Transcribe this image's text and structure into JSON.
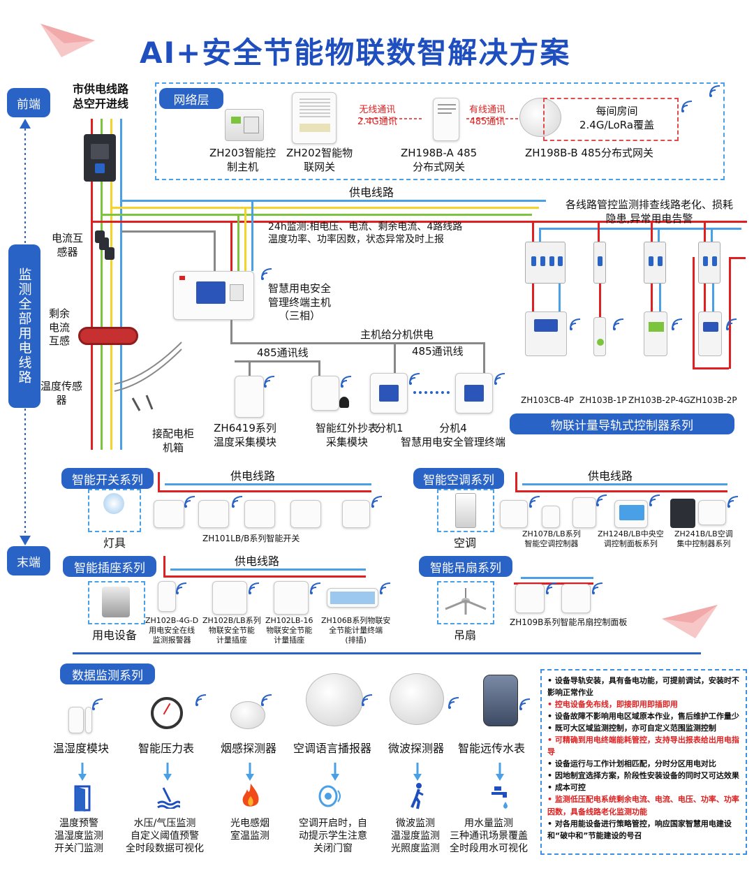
{
  "title": "AI+安全节能物联数智解决方案",
  "side": {
    "front": "前端",
    "monitor": "监测全部用电线路",
    "end": "末端"
  },
  "supply_line": {
    "line1": "市供电线路",
    "line2": "总空开进线"
  },
  "network": {
    "label": "网络层",
    "zh203": {
      "l1": "ZH203智能控",
      "l2": "制主机"
    },
    "zh202": {
      "l1": "ZH202智能物",
      "l2": "联网关"
    },
    "wireless": {
      "l1": "无线通讯",
      "l2": "2.4G通讯"
    },
    "zh198a": {
      "l1": "ZH198B-A 485",
      "l2": "分布式网关"
    },
    "wired": {
      "l1": "有线通讯",
      "l2": "485通讯"
    },
    "zh198b": "ZH198B-B 485分布式网关",
    "coverage": {
      "l1": "每间房间",
      "l2": "2.4G/LoRa覆盖"
    }
  },
  "power_line": "供电线路",
  "branch_note": {
    "l1": "各线路管控监测排查线路老化、损耗",
    "l2": "隐患,异常用电告警"
  },
  "monitor_note": {
    "l1": "24h监测:相电压、电流、剩余电流、4路线路",
    "l2": "温度功率、功率因数，状态异常及时上报"
  },
  "sensors": {
    "ct": {
      "l1": "电流互",
      "l2": "感器"
    },
    "rcd": {
      "l1": "剩余",
      "l2": "电流",
      "l3": "互感"
    },
    "temp": {
      "l1": "温度传感",
      "l2": "器"
    }
  },
  "host": {
    "l1": "智慧用电安全",
    "l2": "管理终端主机",
    "l3": "（三相）"
  },
  "bus": {
    "slave_power": "主机给分机供电",
    "rs485_a": "485通讯线",
    "rs485_b": "485通讯线"
  },
  "cabinet": {
    "l1": "接配电柜",
    "l2": "机箱"
  },
  "zh6419": {
    "l1": "ZH6419系列",
    "l2": "温度采集模块"
  },
  "ir": {
    "l1": "智能红外抄表",
    "l2": "采集模块"
  },
  "slave1": "分机1",
  "slave4": {
    "l1": "分机4",
    "l2": "智慧用电安全管理终端"
  },
  "breakers": [
    "ZH103CB-4P",
    "ZH103B-1P",
    "ZH103B-2P-4G",
    "ZH103B-2P"
  ],
  "rail_series": "物联计量导轨式控制器系列",
  "switch_series": {
    "label": "智能开关系列",
    "line": "供电线路",
    "lamp": "灯具",
    "model": "ZH101LB/B系列智能开关"
  },
  "ac_series": {
    "label": "智能空调系列",
    "line": "供电线路",
    "ac": "空调",
    "m1": {
      "l1": "ZH107B/LB系列",
      "l2": "智能空调控制器"
    },
    "m2": {
      "l1": "ZH124B/LB中央空",
      "l2": "调控制面板系列"
    },
    "m3": {
      "l1": "ZH241B/LB空调",
      "l2": "集中控制器系列"
    }
  },
  "socket_series": {
    "label": "智能插座系列",
    "line": "供电线路",
    "equip": "用电设备",
    "m1": {
      "l1": "ZH102B-4G-D",
      "l2": "用电安全在线",
      "l3": "监测报警器"
    },
    "m2": {
      "l1": "ZH102B/LB系列",
      "l2": "物联安全节能",
      "l3": "计量插座"
    },
    "m3": {
      "l1": "ZH102LB-16",
      "l2": "物联安全节能",
      "l3": "计量插座"
    },
    "m4": {
      "l1": "ZH106B系列物联安",
      "l2": "全节能计量终端",
      "l3": "(排插)"
    }
  },
  "fan_series": {
    "label": "智能吊扇系列",
    "fan": "吊扇",
    "model": "ZH109B系列智能吊扇控制面板"
  },
  "data_series": {
    "label": "数据监测系列",
    "items": [
      {
        "name": "温湿度模块",
        "l1": "温度预警",
        "l2": "温湿度监测",
        "l3": "开关门监测"
      },
      {
        "name": "智能压力表",
        "l1": "水压/气压监测",
        "l2": "自定义阈值预警",
        "l3": "全时段数据可视化"
      },
      {
        "name": "烟感探测器",
        "l1": "光电感烟",
        "l2": "室温监测",
        "l3": ""
      },
      {
        "name": "空调语言播报器",
        "l1": "空调开启时，自",
        "l2": "动提示学生注意",
        "l3": "关闭门窗"
      },
      {
        "name": "微波探测器",
        "l1": "微波监测",
        "l2": "温湿度监测",
        "l3": "光照度监测"
      },
      {
        "name": "智能远传水表",
        "l1": "用水量监测",
        "l2": "三种通讯场景覆盖",
        "l3": "全时段用水可视化"
      }
    ]
  },
  "features": [
    {
      "text": "• 设备导轨安装，具有备电功能，可提前调试，安装时不影响正常作业",
      "red": false
    },
    {
      "text": "• 控电设备免布线，即接即用即插即用",
      "red": true
    },
    {
      "text": "• 设备故障不影响用电区域原本作业，售后维护工作量少",
      "red": false
    },
    {
      "text": "• 既可大区域监测控制，亦可自定义范围监测控制",
      "red": false
    },
    {
      "text": "• 可精确到用电终端能耗管控，支持导出报表给出用电指导",
      "red": true
    },
    {
      "text": "• 设备运行与工作计划相匹配，分时分区用电对比",
      "red": false
    },
    {
      "text": "• 因地制宜选择方案，阶段性安装设备的同时又可达效果",
      "red": false
    },
    {
      "text": "• 成本可控",
      "red": false
    },
    {
      "text": "• 监测低压配电系统剩余电流、电流、电压、功率、功率因数，具备线路老化监测功能",
      "red": true
    },
    {
      "text": "• 对各用能设备进行策略管控，响应国家智慧用电建设和“破中和”节能建设的号召",
      "red": false
    }
  ],
  "colors": {
    "accent": "#2a63c6",
    "red": "#e02020",
    "green": "#7cc43c",
    "yellow": "#f2d42a",
    "blue_line": "#4aa0e6"
  }
}
